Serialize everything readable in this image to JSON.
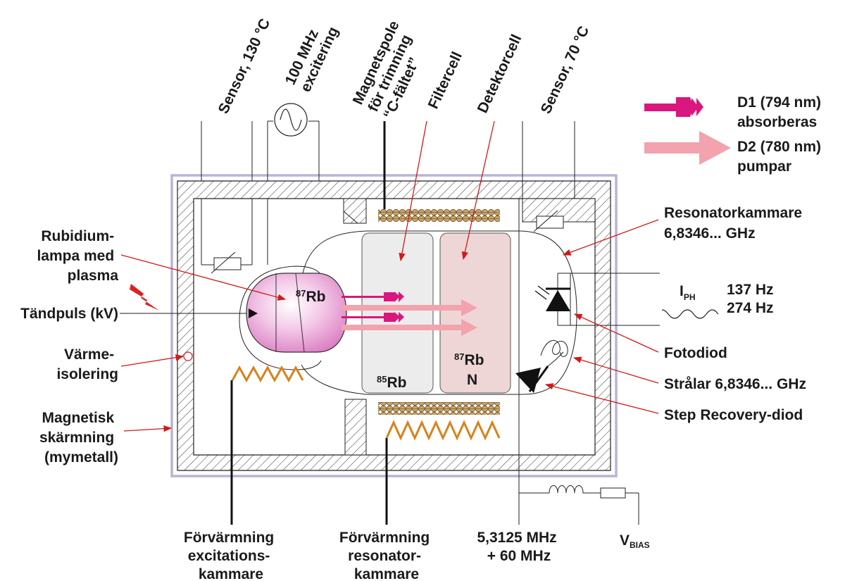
{
  "labels": {
    "sensor130": "Sensor, 130 °C",
    "exc_line1": "100 MHz",
    "exc_line2": "excitering",
    "mag_line1": "Magnetspole",
    "mag_line2": "för trimning",
    "mag_line3": "“C-fältet”",
    "filtercell": "Filtercell",
    "detektorcell": "Detektorcell",
    "sensor70": "Sensor, 70 °C",
    "d1_line1": "D1 (794 nm)",
    "d1_line2": "absorberas",
    "d2_line1": "D2 (780 nm)",
    "d2_line2": "pumpar",
    "lamp_line1": "Rubidium-",
    "lamp_line2": "lampa med",
    "lamp_line3": "plasma",
    "tandpuls": "Tändpuls (kV)",
    "varme_line1": "Värme-",
    "varme_line2": "isolering",
    "magsk_line1": "Magnetisk",
    "magsk_line2": "skärmning",
    "magsk_line3": "(mymetall)",
    "reson_line1": "Resonatorkammare",
    "reson_line2": "6,8346... GHz",
    "iph_main": "I",
    "iph_sub": "PH",
    "freq1": "137 Hz",
    "freq2": "274 Hz",
    "fotodiod": "Fotodiod",
    "stralar": "Strålar 6,8346... GHz",
    "srd": "Step Recovery-diod",
    "forv_exc_line1": "Förvärmning",
    "forv_exc_line2": "excitations-",
    "forv_exc_line3": "kammare",
    "forv_res_line1": "Förvärmning",
    "forv_res_line2": "resonator-",
    "forv_res_line3": "kammare",
    "rf_line1": "5,3125 MHz",
    "rf_line2": "+ 60 MHz",
    "vbias_main": "V",
    "vbias_sub": "BIAS",
    "lamp_rb_sup": "87",
    "lamp_rb": "Rb",
    "filter_rb_sup": "85",
    "filter_rb": "Rb",
    "det_rb_sup": "87",
    "det_rb": "Rb",
    "det_n": "N"
  },
  "colors": {
    "d1_arrow": "#d9177e",
    "d2_arrow": "#f2a3ad",
    "label_arrows": "#d11a1a",
    "coil": "#b8955a",
    "heater": "#d9821e",
    "lamp_glow": "#e79ad3",
    "filter_cell": "#ececec",
    "detector_cell": "#eed6d6",
    "shield_border": "#b8b4d8",
    "spark": "#e02020"
  }
}
